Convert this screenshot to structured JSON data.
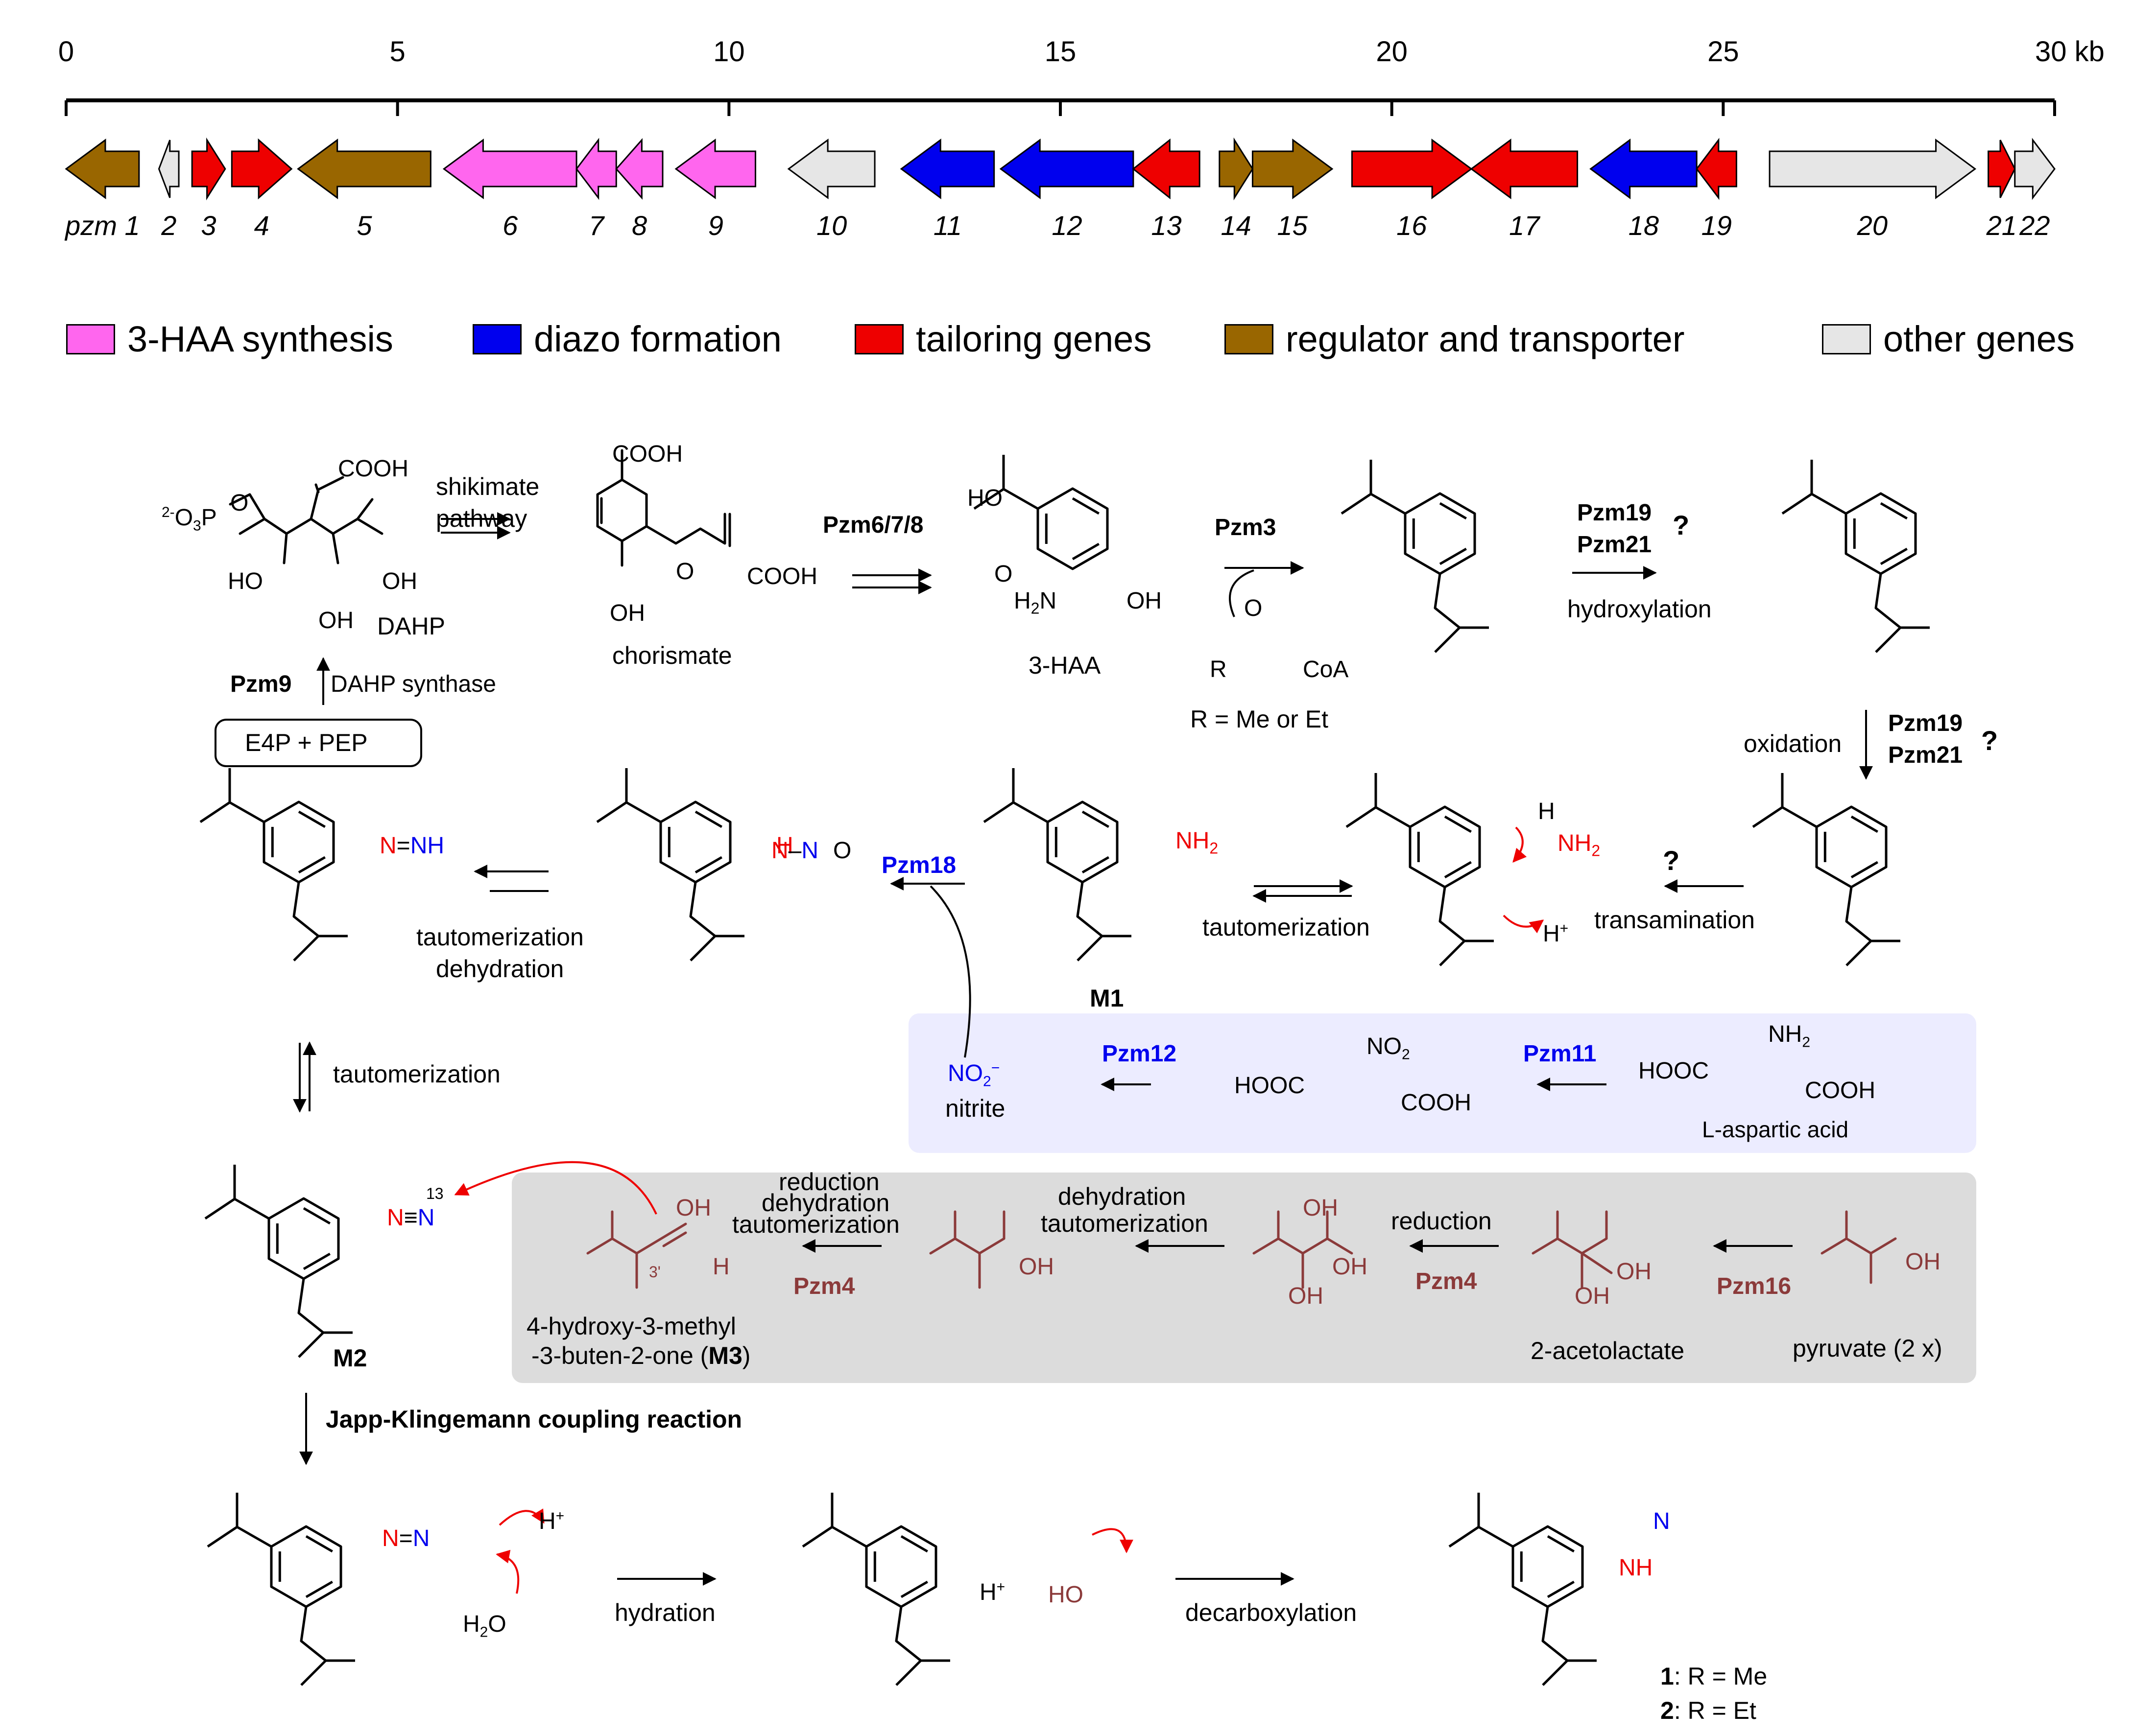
{
  "colors": {
    "hya": "#ff66ee",
    "diazo": "#0000ee",
    "tailoring": "#ee0000",
    "regulator": "#996600",
    "other": "#e6e6e6",
    "mol_red": "#8b3a3a",
    "nitrite_panel": "#ececff",
    "acetoin_panel": "#dcdcdc"
  },
  "scale": {
    "ticks": [
      "0",
      "5",
      "10",
      "15",
      "20",
      "25",
      "30 kb"
    ]
  },
  "genes": [
    {
      "number": "pzm 1",
      "start_kb": 0.0,
      "end_kb": 1.1,
      "strand": "-",
      "category": "regulator"
    },
    {
      "number": "2",
      "start_kb": 1.4,
      "end_kb": 1.7,
      "strand": "-",
      "category": "other"
    },
    {
      "number": "3",
      "start_kb": 1.9,
      "end_kb": 2.4,
      "strand": "+",
      "category": "tailoring"
    },
    {
      "number": "4",
      "start_kb": 2.5,
      "end_kb": 3.4,
      "strand": "+",
      "category": "tailoring"
    },
    {
      "number": "5",
      "start_kb": 3.5,
      "end_kb": 5.5,
      "strand": "-",
      "category": "regulator"
    },
    {
      "number": "6",
      "start_kb": 5.7,
      "end_kb": 7.7,
      "strand": "-",
      "category": "hya"
    },
    {
      "number": "7",
      "start_kb": 7.7,
      "end_kb": 8.3,
      "strand": "-",
      "category": "hya"
    },
    {
      "number": "8",
      "start_kb": 8.3,
      "end_kb": 9.0,
      "strand": "-",
      "category": "hya"
    },
    {
      "number": "9",
      "start_kb": 9.2,
      "end_kb": 10.4,
      "strand": "-",
      "category": "hya"
    },
    {
      "number": "10",
      "start_kb": 10.9,
      "end_kb": 12.2,
      "strand": "-",
      "category": "other"
    },
    {
      "number": "11",
      "start_kb": 12.6,
      "end_kb": 14.0,
      "strand": "-",
      "category": "diazo"
    },
    {
      "number": "12",
      "start_kb": 14.1,
      "end_kb": 16.1,
      "strand": "-",
      "category": "diazo"
    },
    {
      "number": "13",
      "start_kb": 16.1,
      "end_kb": 17.1,
      "strand": "-",
      "category": "tailoring"
    },
    {
      "number": "14",
      "start_kb": 17.4,
      "end_kb": 17.9,
      "strand": "+",
      "category": "regulator"
    },
    {
      "number": "15",
      "start_kb": 17.9,
      "end_kb": 19.1,
      "strand": "+",
      "category": "regulator"
    },
    {
      "number": "16",
      "start_kb": 19.4,
      "end_kb": 21.2,
      "strand": "+",
      "category": "tailoring"
    },
    {
      "number": "17",
      "start_kb": 21.2,
      "end_kb": 22.8,
      "strand": "-",
      "category": "tailoring"
    },
    {
      "number": "18",
      "start_kb": 23.0,
      "end_kb": 24.6,
      "strand": "-",
      "category": "diazo"
    },
    {
      "number": "19",
      "start_kb": 24.6,
      "end_kb": 25.2,
      "strand": "-",
      "category": "tailoring"
    },
    {
      "number": "20",
      "start_kb": 25.7,
      "end_kb": 28.8,
      "strand": "+",
      "category": "other"
    },
    {
      "number": "21",
      "start_kb": 29.0,
      "end_kb": 29.4,
      "strand": "+",
      "category": "tailoring"
    },
    {
      "number": "22",
      "start_kb": 29.4,
      "end_kb": 30.0,
      "strand": "+",
      "category": "other"
    }
  ],
  "legend": [
    {
      "label": "3-HAA synthesis",
      "category": "hya"
    },
    {
      "label": "diazo formation",
      "category": "diazo"
    },
    {
      "label": "tailoring genes",
      "category": "tailoring"
    },
    {
      "label": "regulator and transporter",
      "category": "regulator"
    },
    {
      "label": "other genes",
      "category": "other"
    }
  ],
  "pathway": {
    "start_box": "E4P + PEP",
    "pzm9": "Pzm9",
    "dahp_synthase": "DAHP synthase",
    "dahp": "DAHP",
    "shikimate": "shikimate",
    "pathway_word": "pathway",
    "chorismate": "chorismate",
    "pzm678": "Pzm6/7/8",
    "haa": "3-HAA",
    "pzm3": "Pzm3",
    "r_def": "R = Me or Et",
    "pzm19": "Pzm19",
    "pzm21": "Pzm21",
    "question": "?",
    "hydroxylation": "hydroxylation",
    "oxidation": "oxidation",
    "transamination": "transamination",
    "tautomerization": "tautomerization",
    "dehydration": "dehydration",
    "m1": "M1",
    "m2": "M2",
    "pzm18": "Pzm18",
    "pzm12": "Pzm12",
    "pzm11": "Pzm11",
    "nitrite": "nitrite",
    "aspartic": "L-aspartic acid",
    "reduction": "reduction",
    "pzm4": "Pzm4",
    "pzm16": "Pzm16",
    "acetolactate": "2-acetolactate",
    "pyruvate": "pyruvate (2 x)",
    "m3_line1": "4-hydroxy-3-methyl",
    "m3_line2": "-3-buten-2-one (",
    "m3_bold": "M3",
    "m3_close": ")",
    "japp": "Japp-Klingemann coupling reaction",
    "hydration": "hydration",
    "decarboxylation": "decarboxylation",
    "prod1_num": "1",
    "prod1_rest": ": R = Me",
    "prod2_num": "2",
    "prod2_rest": ": R = Et",
    "c13": "13",
    "c3p": "3'"
  }
}
